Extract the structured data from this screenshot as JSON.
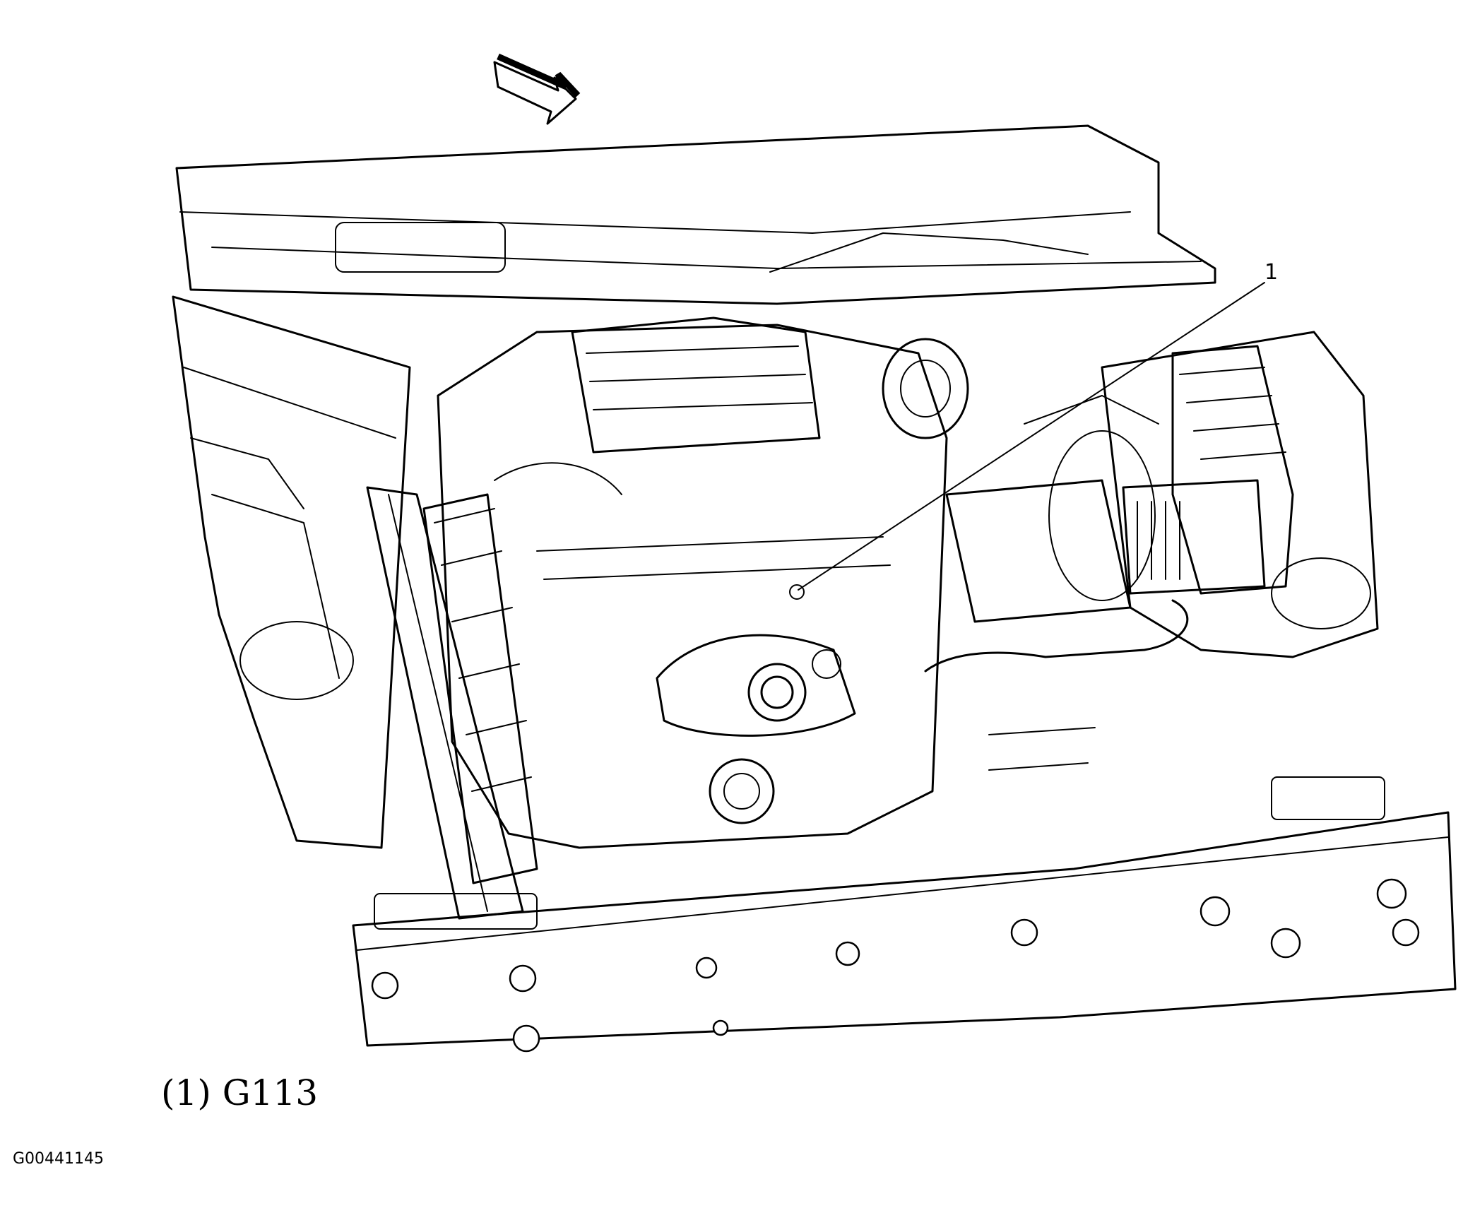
{
  "callout": {
    "number": "1"
  },
  "legend": {
    "text": "(1) G113"
  },
  "figure_id": "G00441145",
  "colors": {
    "line": "#000000",
    "background": "#ffffff"
  }
}
